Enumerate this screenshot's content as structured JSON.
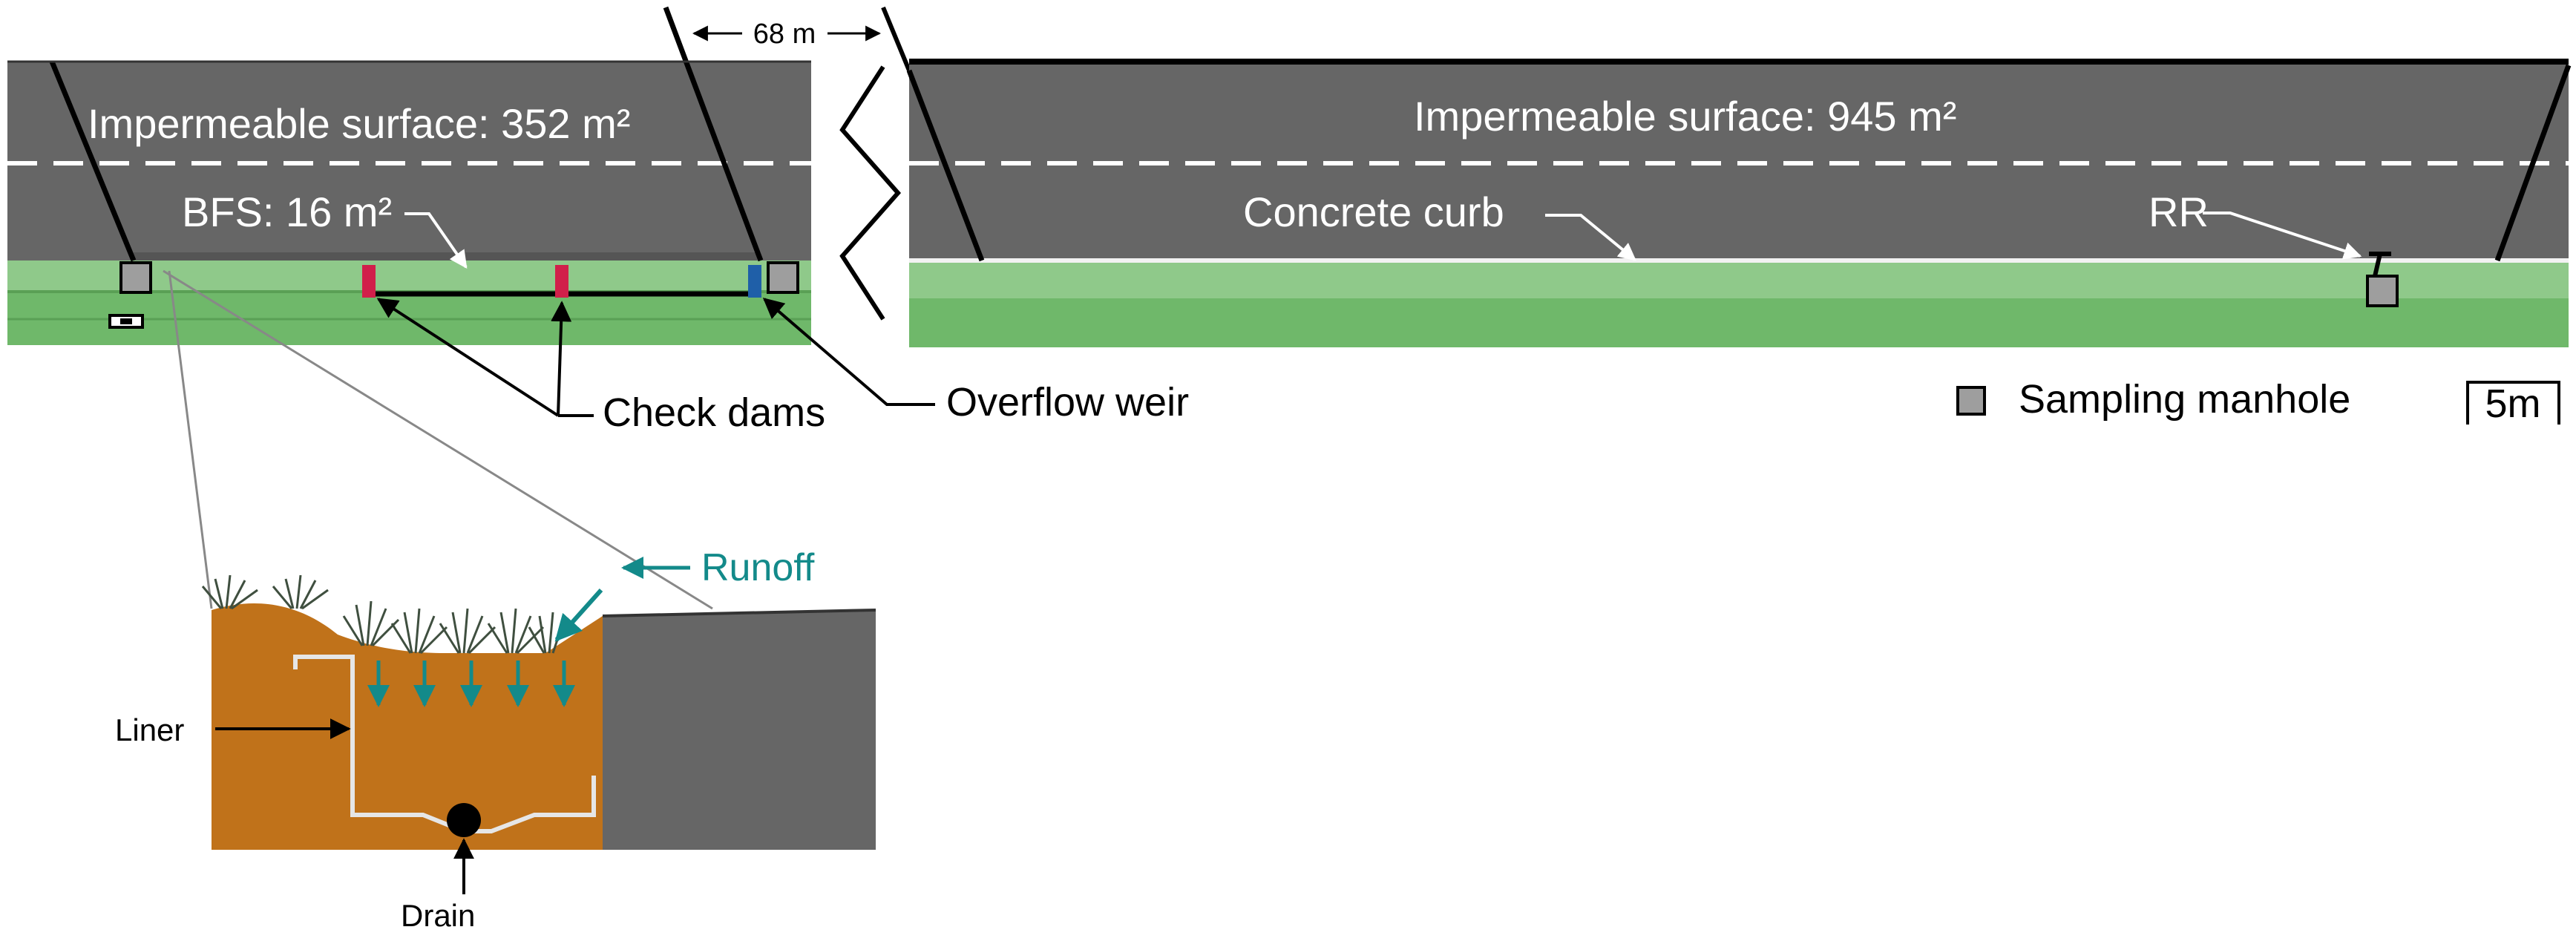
{
  "labels": {
    "distance": "68 m",
    "left_surface": "Impermeable surface: 352 m²",
    "bfs": "BFS: 16 m²",
    "right_surface": "Impermeable surface: 945 m²",
    "concrete_curb": "Concrete curb",
    "rr": "RR",
    "check_dams": "Check dams",
    "overflow_weir": "Overflow weir",
    "sampling_manhole": "Sampling manhole",
    "scale_bar": "5m",
    "runoff": "Runoff",
    "liner": "Liner",
    "drain": "Drain"
  },
  "colors": {
    "road": "#666666",
    "road_dark": "#555555",
    "grass_light": "#8fc98a",
    "grass": "#6fb86a",
    "soil": "#c0721a",
    "check_dam": "#d11f4a",
    "overflow_weir": "#1f5fa8",
    "manhole": "#9e9e9e",
    "runoff_arrow": "#138a8a"
  }
}
